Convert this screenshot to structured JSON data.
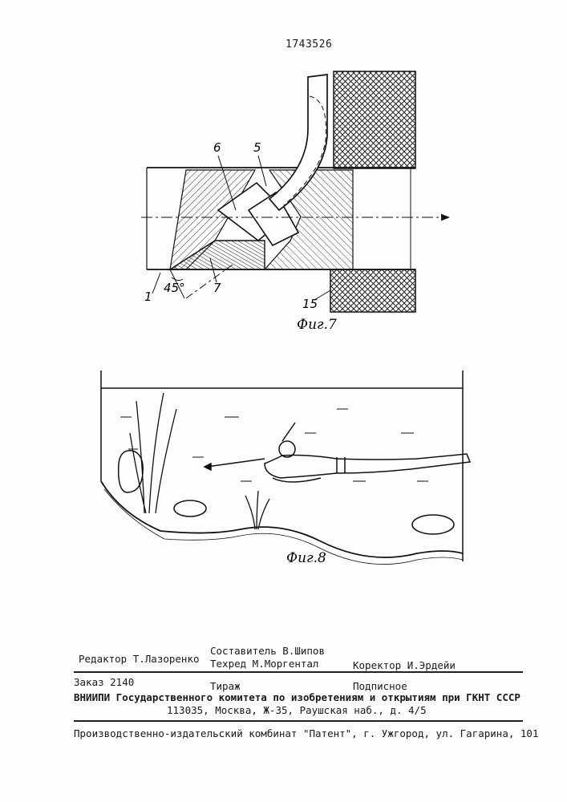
{
  "patent_number": "1743526",
  "figure7": {
    "caption": "Фиг.7",
    "labels": {
      "l6": "6",
      "l5": "5",
      "l1": "1",
      "angle": "45°",
      "l7": "7",
      "l15": "15"
    }
  },
  "figure8": {
    "caption": "Фиг.8"
  },
  "imprint": {
    "editor": "Редактор Т.Лазоренко",
    "compiler": "Составитель В.Шипов",
    "techred": "Техред М.Моргентал",
    "corrector": "Коректор И.Эрдейи",
    "order": "Заказ 2140",
    "circulation": "Тираж",
    "subscription": "Подписное",
    "institute": "ВНИИПИ Государственного комитета по изобретениям и открытиям при ГКНТ СССР",
    "address": "113035, Москва, Ж-35, Раушская наб., д. 4/5",
    "publisher": "Производственно-издательский комбинат \"Патент\", г. Ужгород, ул. Гагарина, 101"
  }
}
